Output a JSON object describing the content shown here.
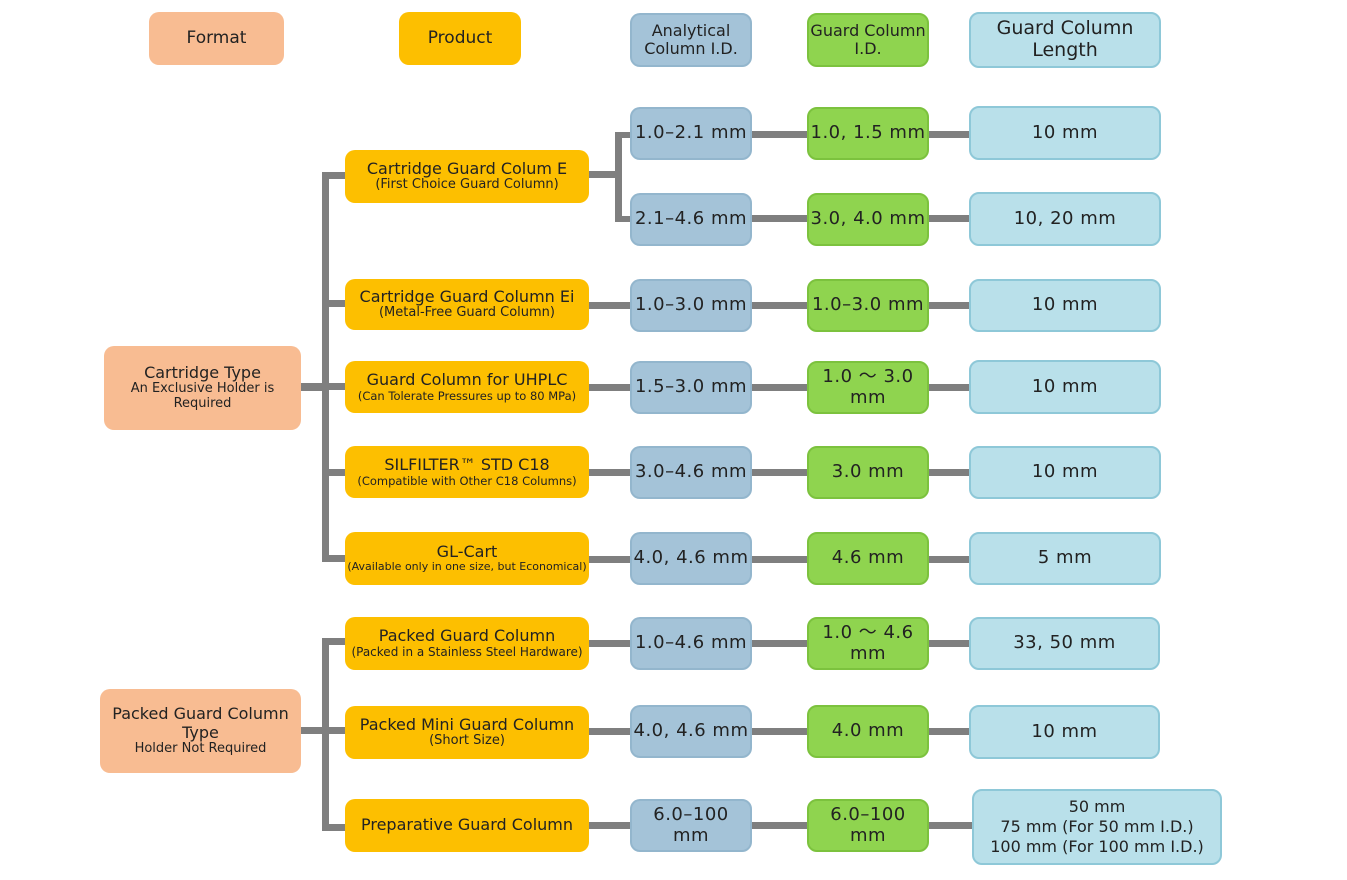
{
  "headers": {
    "format": "Format",
    "product": "Product",
    "analytical_id": [
      "Analytical",
      "Column I.D."
    ],
    "guard_id": [
      "Guard Column",
      "I.D."
    ],
    "guard_length": [
      "Guard Column",
      "Length"
    ]
  },
  "formats": {
    "cartridge": {
      "title": "Cartridge Type",
      "sub1": "An Exclusive Holder is",
      "sub2": "Required"
    },
    "packed": {
      "title1": "Packed Guard Column",
      "title2": "Type",
      "sub": "Holder Not Required"
    }
  },
  "rows": [
    {
      "product": "Cartridge Guard Colum E",
      "product_sub": "(First Choice Guard Column)",
      "variants": [
        {
          "aid": "1.0–2.1 mm",
          "gid": "1.0, 1.5 mm",
          "len": "10 mm"
        },
        {
          "aid": "2.1–4.6 mm",
          "gid": "3.0, 4.0 mm",
          "len": "10, 20 mm"
        }
      ]
    },
    {
      "product": "Cartridge Guard Column Ei",
      "product_sub": "(Metal-Free Guard Column)",
      "aid": "1.0–3.0 mm",
      "gid": "1.0–3.0 mm",
      "len": "10 mm"
    },
    {
      "product": "Guard Column for UHPLC",
      "product_sub": "(Can Tolerate Pressures up to 80 MPa)",
      "aid": "1.5–3.0 mm",
      "gid1": "1.0 ～ 3.0",
      "gid2": "mm",
      "len": "10 mm"
    },
    {
      "product": "SILFILTER™ STD C18",
      "product_sub": "(Compatible with Other C18 Columns)",
      "aid": "3.0–4.6 mm",
      "gid": "3.0 mm",
      "len": "10 mm"
    },
    {
      "product": "GL-Cart",
      "product_sub": "(Available only in one size, but Economical)",
      "aid": "4.0, 4.6 mm",
      "gid": "4.6 mm",
      "len": "5 mm"
    },
    {
      "product": "Packed Guard Column",
      "product_sub": "(Packed in a Stainless Steel Hardware)",
      "aid": "1.0–4.6 mm",
      "gid1": "1.0 ～ 4.6",
      "gid2": "mm",
      "len": "33, 50 mm"
    },
    {
      "product": "Packed Mini Guard Column",
      "product_sub": "(Short Size)",
      "aid": "4.0, 4.6 mm",
      "gid": "4.0 mm",
      "len": "10 mm"
    },
    {
      "product": "Preparative Guard Column",
      "aid1": "6.0–100",
      "aid2": "mm",
      "gid1": "6.0–100",
      "gid2": "mm",
      "len_lines": [
        "50 mm",
        "75 mm (For 50 mm I.D.)",
        "100 mm (For 100 mm I.D.)"
      ]
    }
  ],
  "colors": {
    "format": "#f8bc92",
    "product": "#fdbf00",
    "analytical": "#a4c3d8",
    "guard_id": "#8fd44f",
    "guard_length": "#b9e0ea",
    "connector": "#7f7f7f"
  }
}
